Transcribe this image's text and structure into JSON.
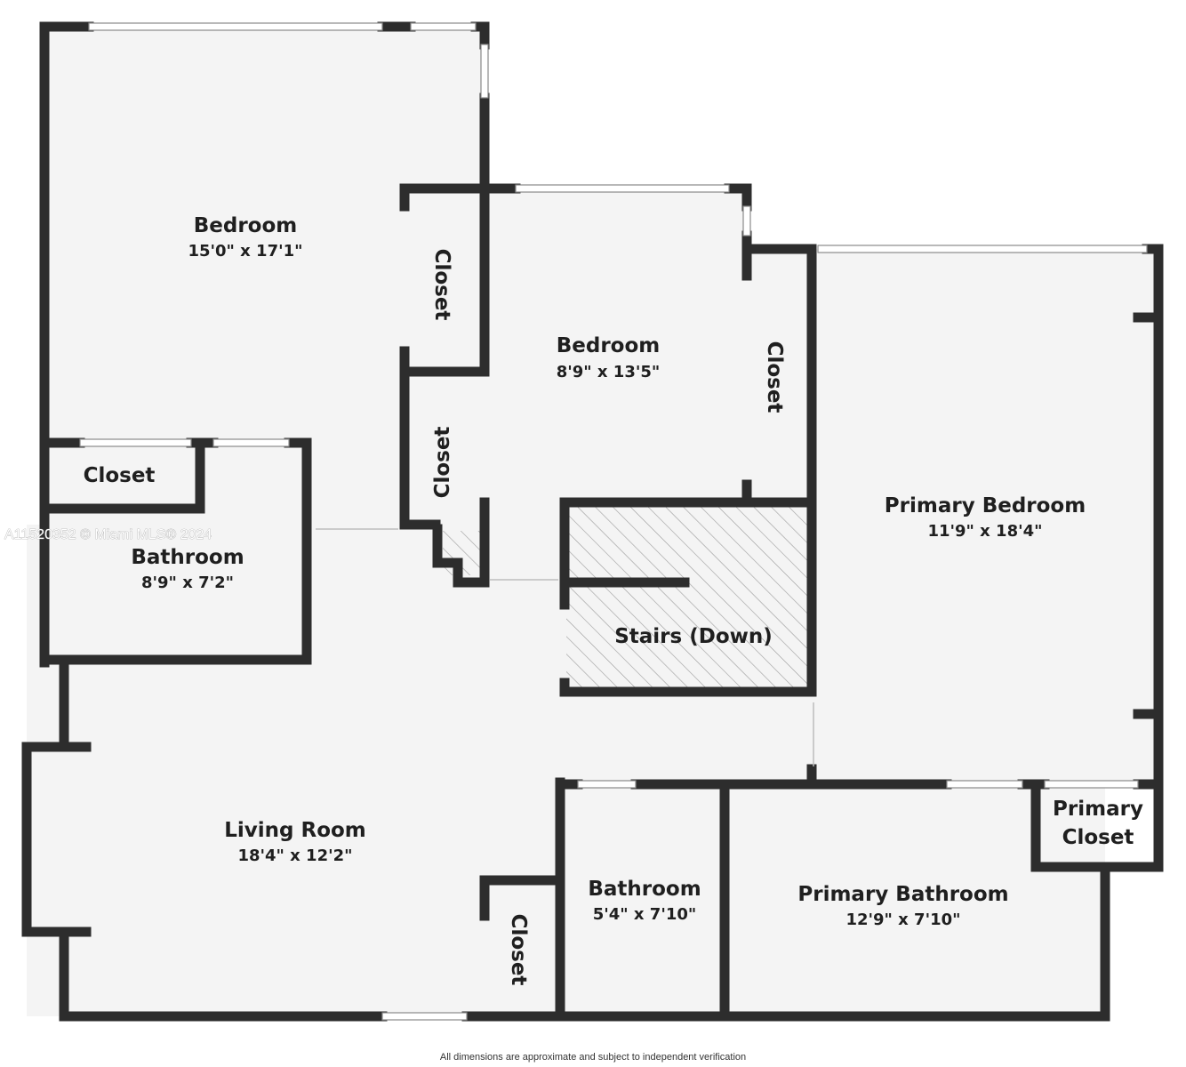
{
  "rooms": {
    "bedroom_left": {
      "name": "Bedroom",
      "dims": "15'0\" x 17'1\""
    },
    "bedroom_mid": {
      "name": "Bedroom",
      "dims": "8'9\" x 13'5\""
    },
    "primary_bedroom": {
      "name": "Primary Bedroom",
      "dims": "11'9\" x 18'4\""
    },
    "bathroom_left": {
      "name": "Bathroom",
      "dims": "8'9\" x 7'2\""
    },
    "stairs": {
      "name": "Stairs (Down)"
    },
    "living_room": {
      "name": "Living Room",
      "dims": "18'4\" x 12'2\""
    },
    "bathroom_small": {
      "name": "Bathroom",
      "dims": "5'4\" x 7'10\""
    },
    "primary_bathroom": {
      "name": "Primary Bathroom",
      "dims": "12'9\" x 7'10\""
    },
    "primary_closet": {
      "line1": "Primary",
      "line2": "Closet"
    }
  },
  "closets": {
    "closet_left": "Closet",
    "closet_upper": "Closet",
    "closet_lower": "Closet",
    "closet_mid_right": "Closet",
    "closet_bottom": "Closet"
  },
  "watermark": "A11520352 © Miami MLS® 2024",
  "footer": "All dimensions are approximate and subject to independent verification",
  "colors": {
    "wall": "#2d2d2d",
    "floor": "#f4f4f4",
    "window": "#ffffff"
  }
}
